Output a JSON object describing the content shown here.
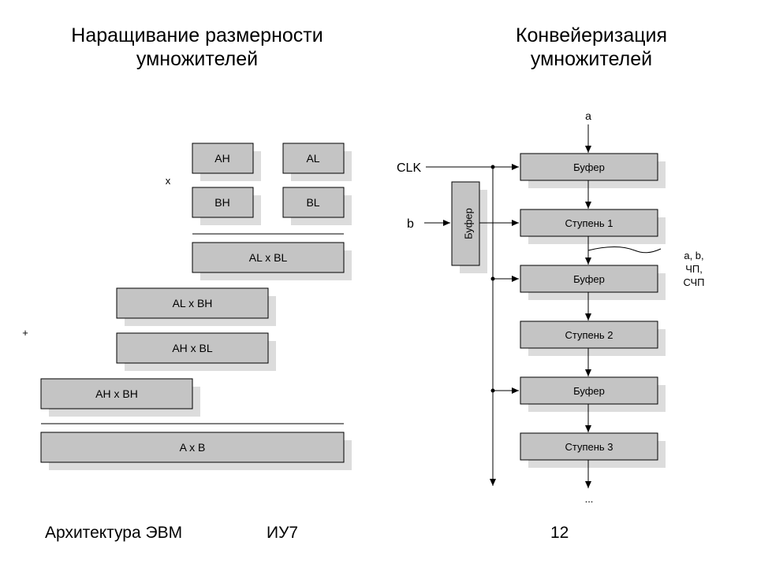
{
  "titles": {
    "left": [
      "Наращивание размерности",
      "умножителей"
    ],
    "right": [
      "Конвейеризация",
      "умножителей"
    ]
  },
  "left_diagram": {
    "blocks": {
      "ah": "AH",
      "al": "AL",
      "bh": "BH",
      "bl": "BL",
      "al_bl": "AL x BL",
      "al_bh": "AL x BH",
      "ah_bl": "AH x BL",
      "ah_bh": "AH x BH",
      "a_b": "A x B"
    },
    "times_sign": "x",
    "plus_sign": "+"
  },
  "right_diagram": {
    "inputs": {
      "a": "a",
      "clk": "CLK",
      "b": "b"
    },
    "side_buffer": "Буфер",
    "stages": {
      "buffer_1": "Буфер",
      "stage_1": "Ступень 1",
      "buffer_2": "Буфер",
      "stage_2": "Ступень 2",
      "buffer_3": "Буфер",
      "stage_3": "Ступень 3"
    },
    "annotation": [
      "a, b,",
      "ЧП,",
      "СЧП"
    ],
    "ellipsis": "..."
  },
  "footer": {
    "course": "Архитектура ЭВМ",
    "group": "ИУ7",
    "page": "12"
  }
}
